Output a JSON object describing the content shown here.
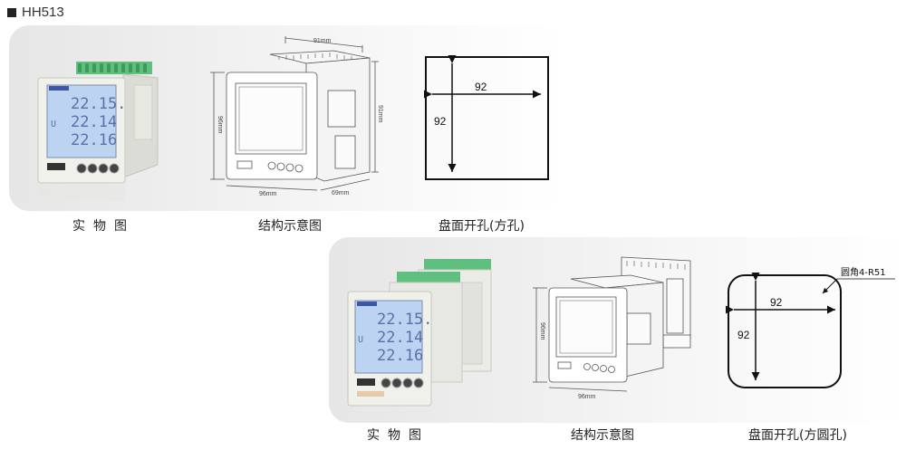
{
  "header": {
    "model": "HH513"
  },
  "row1": {
    "photo": {
      "caption": "实物图",
      "lcd": {
        "lines": [
          "22.15.",
          "22.14",
          "22.16"
        ],
        "prefix": "U"
      }
    },
    "structure": {
      "caption": "结构示意图",
      "dims": {
        "top": "91mm",
        "left": "96mm",
        "right": "91mm",
        "bottom": "96mm",
        "depth": "69mm"
      }
    },
    "cutout": {
      "caption": "盘面开孔(方孔)",
      "width": "92",
      "height": "92"
    }
  },
  "row2": {
    "photo": {
      "caption": "实物图",
      "lcd": {
        "lines": [
          "22.15.",
          "22.14",
          "22.16"
        ],
        "prefix": "U"
      }
    },
    "structure": {
      "caption": "结构示意图",
      "dims": {
        "left": "96mm",
        "bottom": "96mm"
      }
    },
    "cutout": {
      "caption": "盘面开孔(方圆孔)",
      "width": "92",
      "height": "92",
      "corner_note": "圆角4-R51"
    }
  }
}
